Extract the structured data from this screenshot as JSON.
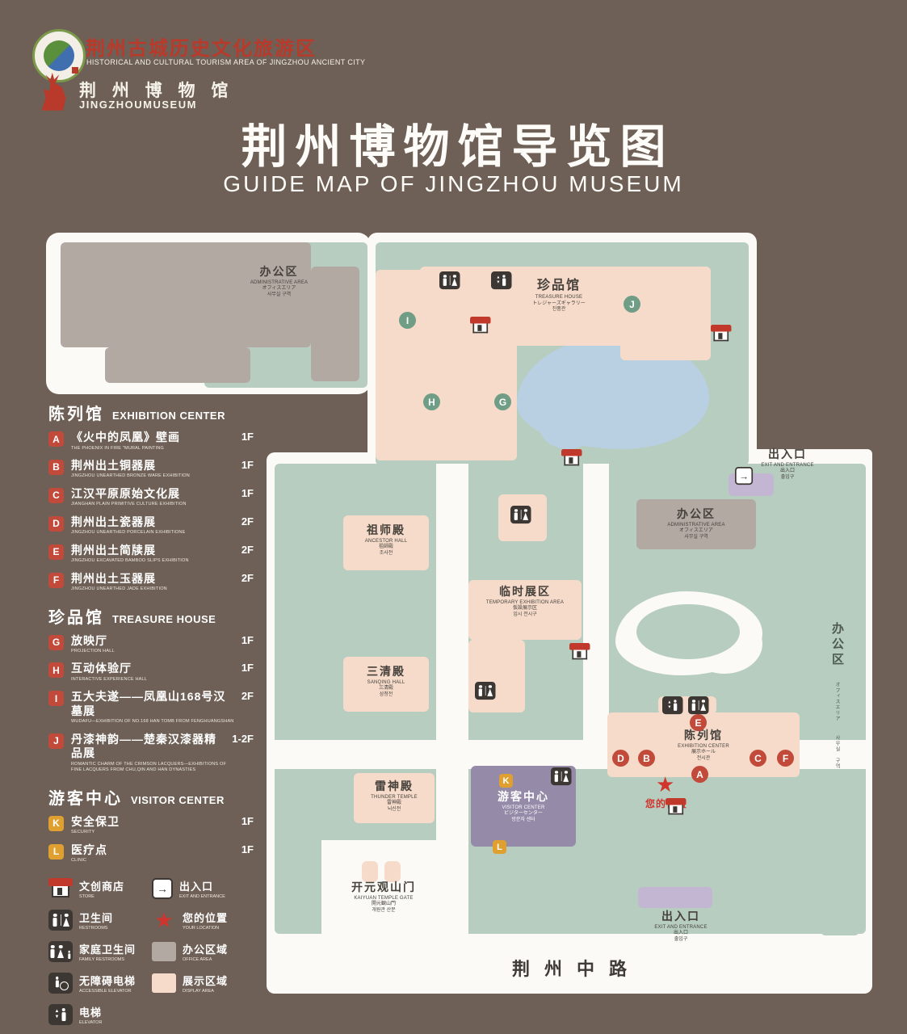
{
  "header": {
    "tourism_logo": {
      "cn": "荆州古城历史文化旅游区",
      "en": "HISTORICAL AND CULTURAL TOURISM AREA OF JINGZHOU ANCIENT CITY"
    },
    "museum_logo": {
      "cn": "荆 州 博 物 馆",
      "en": "JINGZHOUMUSEUM"
    },
    "title": "荆州博物馆导览图",
    "subtitle": "GUIDE MAP OF JINGZHOU MUSEUM"
  },
  "legend": {
    "sections": [
      {
        "cn": "陈列馆",
        "en": "EXHIBITION CENTER",
        "items": [
          {
            "letter": "A",
            "cn": "《火中的凤凰》壁画",
            "en": "THE PHOENIX IN FIRE \"MURAL PAINTING",
            "floor": "1F"
          },
          {
            "letter": "B",
            "cn": "荆州出土铜器展",
            "en": "JINGZHOU UNEARTHED BRONZE WARE EXHIBITION",
            "floor": "1F"
          },
          {
            "letter": "C",
            "cn": "江汉平原原始文化展",
            "en": "JIANGHAN PLAIN PRIMITIVE CULTURE EXHIBITION",
            "floor": "1F"
          },
          {
            "letter": "D",
            "cn": "荆州出土瓷器展",
            "en": "JINGZHOU UNEARTHED PORCELAIN EXHIBITIONE",
            "floor": "2F"
          },
          {
            "letter": "E",
            "cn": "荆州出土简牍展",
            "en": "JINGZHOU EXCAVATED BAMBOO SLIPS EXHIBITION",
            "floor": "2F"
          },
          {
            "letter": "F",
            "cn": "荆州出土玉器展",
            "en": "JINGZHOU UNEARTHED JADE EXHIBITION",
            "floor": "2F"
          }
        ]
      },
      {
        "cn": "珍品馆",
        "en": "TREASURE HOUSE",
        "items": [
          {
            "letter": "G",
            "cn": "放映厅",
            "en": "PROJECTION HALL",
            "floor": "1F"
          },
          {
            "letter": "H",
            "cn": "互动体验厅",
            "en": "INTERACTIVE EXPERIENCE HALL",
            "floor": "1F"
          },
          {
            "letter": "I",
            "cn": "五大夫遂——凤凰山168号汉墓展",
            "en": "WUDAFU—EXHIBITION OF NO.168 HAN TOMB FROM FENGHUANGSHAN",
            "floor": "2F"
          },
          {
            "letter": "J",
            "cn": "丹漆神韵——楚秦汉漆器精品展",
            "en": "ROMANTIC CHARM OF THE CRIMSON LACQUERS—EXHIBITIONS OF FINE LACQUERS FROM CHU,QIN AND HAN DYNASTIES",
            "floor": "1-2F"
          }
        ]
      },
      {
        "cn": "游客中心",
        "en": "VISITOR CENTER",
        "items": [
          {
            "letter": "K",
            "cn": "安全保卫",
            "en": "SECURITY",
            "floor": "1F"
          },
          {
            "letter": "L",
            "cn": "医疗点",
            "en": "CLINIC",
            "floor": "1F"
          }
        ]
      }
    ],
    "icons": [
      {
        "cn": "文创商店",
        "en": "STORE"
      },
      {
        "cn": "出入口",
        "en": "EXIT AND ENTRANCE"
      },
      {
        "cn": "卫生间",
        "en": "RESTROOMS"
      },
      {
        "cn": "您的位置",
        "en": "YOUR LOCATION"
      },
      {
        "cn": "家庭卫生间",
        "en": "FAMILY RESTROOMS"
      },
      {
        "cn": "办公区域",
        "en": "OFFICE AREA"
      },
      {
        "cn": "无障碍电梯",
        "en": "ACCESSIBLE ELEVATOR"
      },
      {
        "cn": "展示区域",
        "en": "DISPLAY AREA"
      },
      {
        "cn": "电梯",
        "en": "ELEVATOR"
      }
    ]
  },
  "map": {
    "buildings": {
      "admin_nw": {
        "cn": "办公区",
        "en": "ADMINISTRATIVE AREA",
        "jp": "オフィスエリア",
        "kr": "사무실 구역"
      },
      "treasure_house": {
        "cn": "珍品馆",
        "en": "TREASURE HOUSE",
        "jp": "トレジャーズギャラリー",
        "kr": "진품관"
      },
      "admin_e": {
        "cn": "办公区",
        "en": "ADMINISTRATIVE AREA",
        "jp": "オフィスエリア",
        "kr": "사무실 구역"
      },
      "ancestor_hall": {
        "cn": "祖师殿",
        "en": "ANCESTOR HALL",
        "jp": "祖師殿",
        "kr": "조사전"
      },
      "temporary_exhibition": {
        "cn": "临时展区",
        "en": "TEMPORARY EXHIBITION AREA",
        "jp": "仮設展示区",
        "kr": "임시 전시구"
      },
      "sanqing_hall": {
        "cn": "三清殿",
        "en": "SANQING HALL",
        "jp": "三清殿",
        "kr": "삼청전"
      },
      "thunder_temple": {
        "cn": "雷神殿",
        "en": "THUNDER TEMPLE",
        "jp": "雷神殿",
        "kr": "뇌신전"
      },
      "visitor_center": {
        "cn": "游客中心",
        "en": "VISITOR CENTER",
        "jp": "ビジターセンター",
        "kr": "방문자 센터"
      },
      "exhibition_center": {
        "cn": "陈列馆",
        "en": "EXHIBITION CENTER",
        "jp": "展示ホール",
        "kr": "전시관"
      },
      "admin_strip": {
        "cn": "办公区",
        "jp": "オフィスエリア",
        "kr": "사무실 구역"
      },
      "gate": {
        "cn": "开元观山门",
        "en": "KAIYUAN TEMPLE GATE",
        "jp": "開元観山門",
        "kr": "개원관 산문"
      },
      "exit_ne": {
        "cn": "出入口",
        "en": "EXIT AND ENTRANCE",
        "jp": "出入口",
        "kr": "출입구"
      },
      "exit_s": {
        "cn": "出入口",
        "en": "EXIT AND ENTRANCE",
        "jp": "出入口",
        "kr": "출입구"
      }
    },
    "road": "荆州中路",
    "your_location": "您的位置",
    "letters": {
      "a": "A",
      "b": "B",
      "c": "C",
      "d": "D",
      "e": "E",
      "f": "F",
      "g": "G",
      "h": "H",
      "i": "I",
      "j": "J",
      "k": "K",
      "l": "L"
    }
  },
  "glyphs": {
    "star": "★",
    "arrow": "→",
    "up": "▲",
    "down": "▼"
  },
  "colors": {
    "background": "#6e6056",
    "map_white": "#fbfaf6",
    "courtyard_green": "#b7cdc0",
    "display_pink": "#f6dbcb",
    "office_gray": "#b2a9a2",
    "pond_blue": "#b9cfe2",
    "visitor_purple": "#958aa8",
    "accent_red": "#c0392b",
    "badge_red": "#c24a3a",
    "badge_green": "#6f9d85",
    "badge_orange": "#dfa02f"
  }
}
